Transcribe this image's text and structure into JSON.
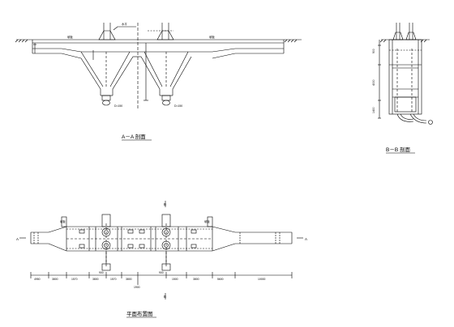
{
  "drawing": {
    "section_aa": {
      "caption": "A－A 剖面",
      "labels": {
        "left_top": "坡板",
        "right_top": "坡板",
        "callout": "水平",
        "pipe_left": "D=150",
        "pipe_right": "D=150"
      }
    },
    "section_bb": {
      "caption": "B－B 剖面",
      "dims": [
        "900",
        "4000",
        "1400"
      ]
    },
    "plan": {
      "caption": "平面布置图",
      "section_marks": [
        "A",
        "A",
        "B",
        "B"
      ],
      "labels": {
        "left_top": "坡板",
        "right_top": "坡板",
        "under_left": "900",
        "under_right": "900"
      },
      "dims": [
        "4950",
        "3800",
        "1570",
        "3800",
        "1570",
        "3800",
        "1500",
        "3800",
        "5600",
        "10000"
      ],
      "center_dim": "1900"
    }
  }
}
